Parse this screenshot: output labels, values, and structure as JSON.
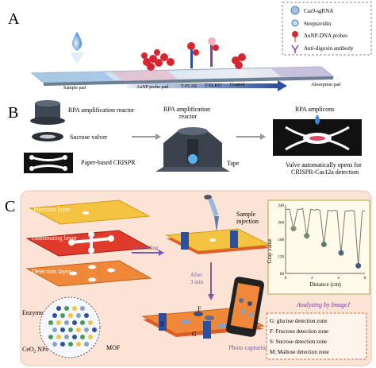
{
  "panels": {
    "a": {
      "letter": "A",
      "legend": [
        "Cas9-sgRNA",
        "Streptavidin",
        "AuNP-DNA probes",
        "Anti-digoxin antibody"
      ],
      "strip_labels": [
        "Sample pad",
        "AuNP probe pad",
        "T-FCAS",
        "T-ELKO",
        "Control",
        "Absorption pad"
      ]
    },
    "b": {
      "letter": "B",
      "reactor_label": "RPA amplification reactor",
      "sucrose_label": "Sucrose valver",
      "crispr_label": "Paper-based CRISPR",
      "center_label_1": "RPA amplification",
      "center_label_2": "reactor",
      "tape_label": "Tape",
      "amplicons_label": "RPA amplicons",
      "valve_line_1": "Valve automatically opens for",
      "valve_line_2": "CRISPR-Cas12a detection"
    },
    "c": {
      "letter": "C",
      "layers": [
        "Injection layer",
        "Distributing layer",
        "Detection layer"
      ],
      "assembling": "Assembling",
      "sample_injection_1": "Sample",
      "sample_injection_2": "injection",
      "after_1": "After",
      "after_2": "3 min",
      "photo": "Photo capturing",
      "analyzing": "Analyzing by ImageJ",
      "enzyme": "Enzyme",
      "ceo2": "CeO",
      "ceo2_sub": "2",
      "ceo2_tail": " NPs",
      "mof": "MOF",
      "zone_letters": [
        "S",
        "F",
        "G",
        "M"
      ],
      "zones": [
        "G: glucose detection zone",
        "F: Fructose detection zone",
        "S: Sucrose detection zone",
        "M: Maltose detection zone"
      ],
      "colors": {
        "panel_bg": "#fbe3d6",
        "layer_yellow": "#f5c342",
        "layer_red": "#e03a2b",
        "layer_orange": "#f0883a",
        "clip": "#2c4f9e"
      }
    }
  },
  "chart_data": {
    "type": "line",
    "xlabel": "Distance (cm)",
    "ylabel": "Gray value",
    "xlim": [
      0,
      6
    ],
    "ylim": [
      80,
      240
    ],
    "x_ticks": [
      "0",
      "2",
      "4",
      "6"
    ],
    "y_ticks": [
      "80",
      "100",
      "120",
      "140",
      "160",
      "180",
      "200",
      "220",
      "240"
    ],
    "series": [
      {
        "values_x": [
          0.0,
          0.3,
          0.6,
          0.9,
          1.1,
          1.3,
          1.6,
          1.9,
          2.2,
          2.4,
          2.6,
          2.9,
          3.2,
          3.5,
          3.7,
          3.9,
          4.2,
          4.5,
          4.8,
          5.0,
          5.2,
          5.5,
          5.8,
          6.0
        ],
        "values_y": [
          230,
          230,
          185,
          230,
          230,
          232,
          168,
          230,
          228,
          230,
          228,
          148,
          228,
          226,
          228,
          226,
          128,
          226,
          226,
          228,
          226,
          98,
          226,
          226
        ]
      }
    ],
    "markers": [
      {
        "x": 0.6,
        "y": 185
      },
      {
        "x": 1.6,
        "y": 168
      },
      {
        "x": 2.9,
        "y": 148
      },
      {
        "x": 4.2,
        "y": 128
      },
      {
        "x": 5.5,
        "y": 98
      }
    ]
  }
}
